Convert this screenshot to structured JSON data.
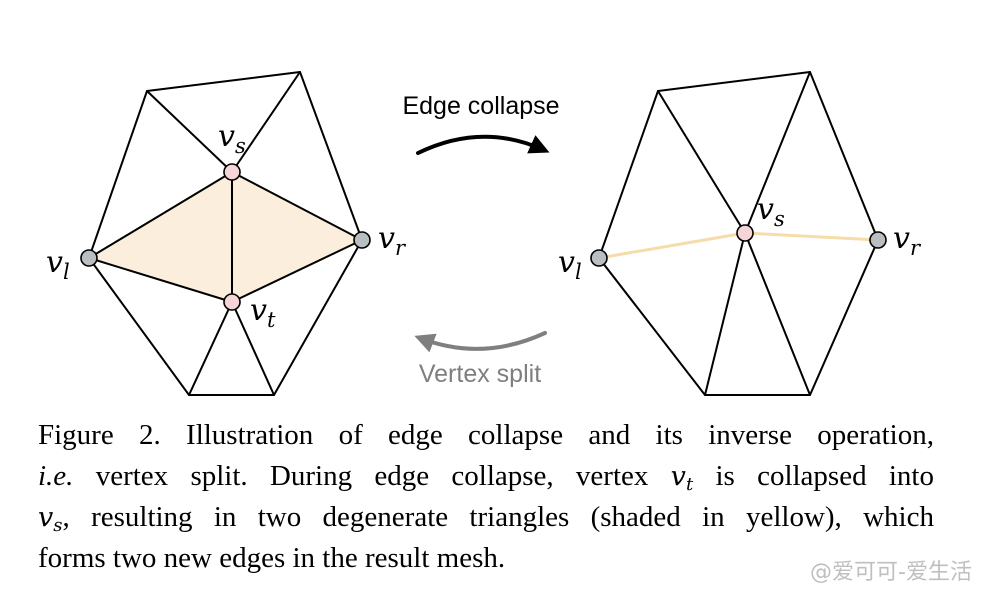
{
  "left_mesh": {
    "vertex_labels": {
      "vs": {
        "main": "v",
        "sub": "s"
      },
      "vt": {
        "main": "v",
        "sub": "t"
      },
      "vl": {
        "main": "v",
        "sub": "l"
      },
      "vr": {
        "main": "v",
        "sub": "r"
      }
    }
  },
  "right_mesh": {
    "vertex_labels": {
      "vs": {
        "main": "v",
        "sub": "s"
      },
      "vl": {
        "main": "v",
        "sub": "l"
      },
      "vr": {
        "main": "v",
        "sub": "r"
      }
    }
  },
  "operations": {
    "collapse_label": "Edge collapse",
    "split_label": "Vertex split"
  },
  "colors": {
    "shade": "#fbeedd",
    "collapsed_edge": "#f5dca9",
    "vertex_pink": "#f6d5d9",
    "vertex_gray": "#b9bec3",
    "split_arrow": "#7f7f7f"
  },
  "caption": {
    "line1": "Figure 2.  Illustration of edge collapse and its inverse operation,",
    "line2_a": "i.e.",
    "line2_b": " vertex split. During edge collapse, vertex ",
    "line2_math_main": "v",
    "line2_math_sub": "t",
    "line2_c": " is collapsed into",
    "line3_math_main": "v",
    "line3_math_sub": "s",
    "line3_b": ", resulting in two degenerate triangles (shaded in yellow), which",
    "line4": "forms two new edges in the result mesh."
  },
  "watermark": "@爱可可-爱生活"
}
